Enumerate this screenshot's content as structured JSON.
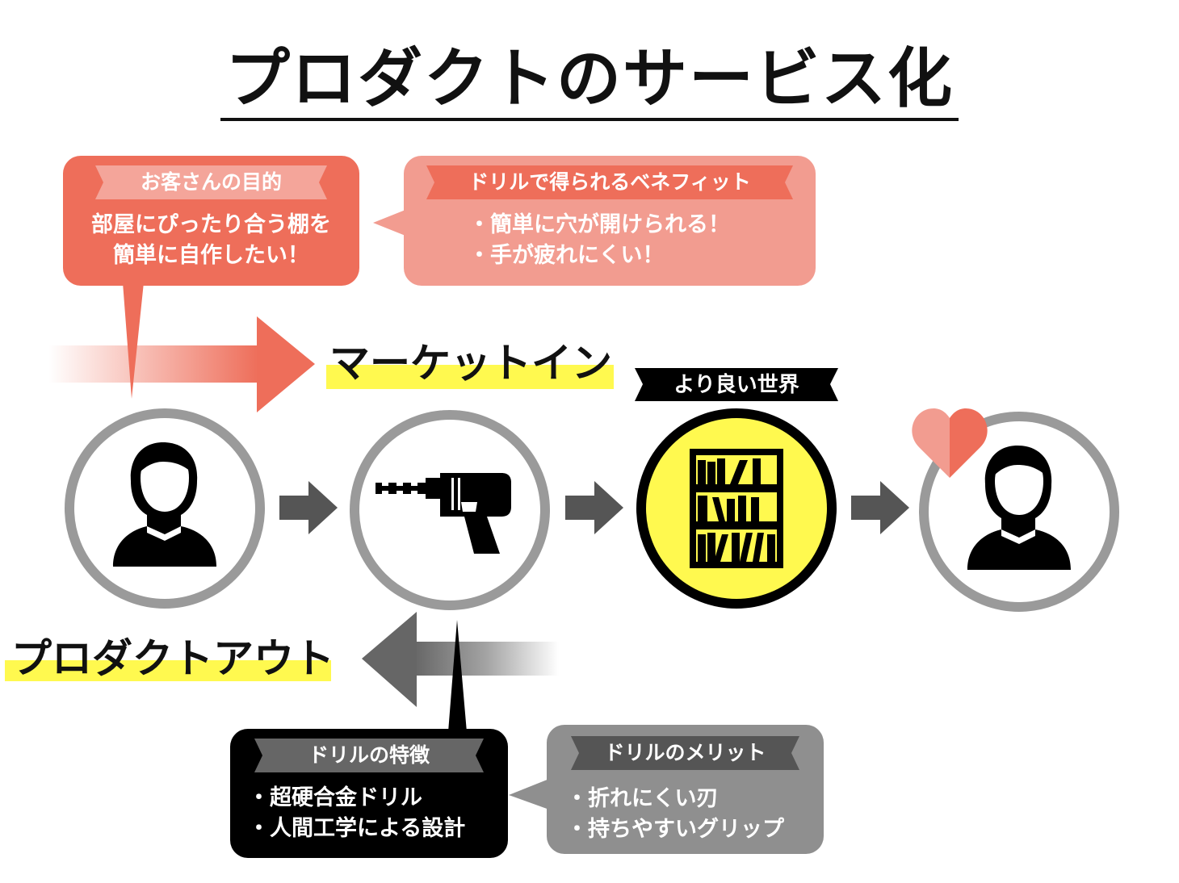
{
  "title": "プロダクトのサービス化",
  "bubbles": {
    "customer_goal": {
      "header": "お客さんの目的",
      "lines": [
        "部屋にぴったり合う棚を",
        "簡単に自作したい！"
      ]
    },
    "drill_benefit": {
      "header": "ドリルで得られるベネフィット",
      "lines": [
        "・簡単に穴が開けられる！",
        "・手が疲れにくい！"
      ]
    },
    "drill_features": {
      "header": "ドリルの特徴",
      "lines": [
        "・超硬合金ドリル",
        "・人間工学による設計"
      ]
    },
    "drill_merits": {
      "header": "ドリルのメリット",
      "lines": [
        "・折れにくい刃",
        "・持ちやすいグリップ"
      ]
    }
  },
  "labels": {
    "market_in": "マーケットイン",
    "product_out": "プロダクトアウト",
    "better_world": "より良い世界"
  },
  "colors": {
    "coral": "#ee6e5a",
    "coral_light": "#f29c90",
    "gray": "#8f8f8f",
    "highlight_yellow": "#fff94f",
    "black": "#000000",
    "circle_gray": "#9a9a9a"
  }
}
